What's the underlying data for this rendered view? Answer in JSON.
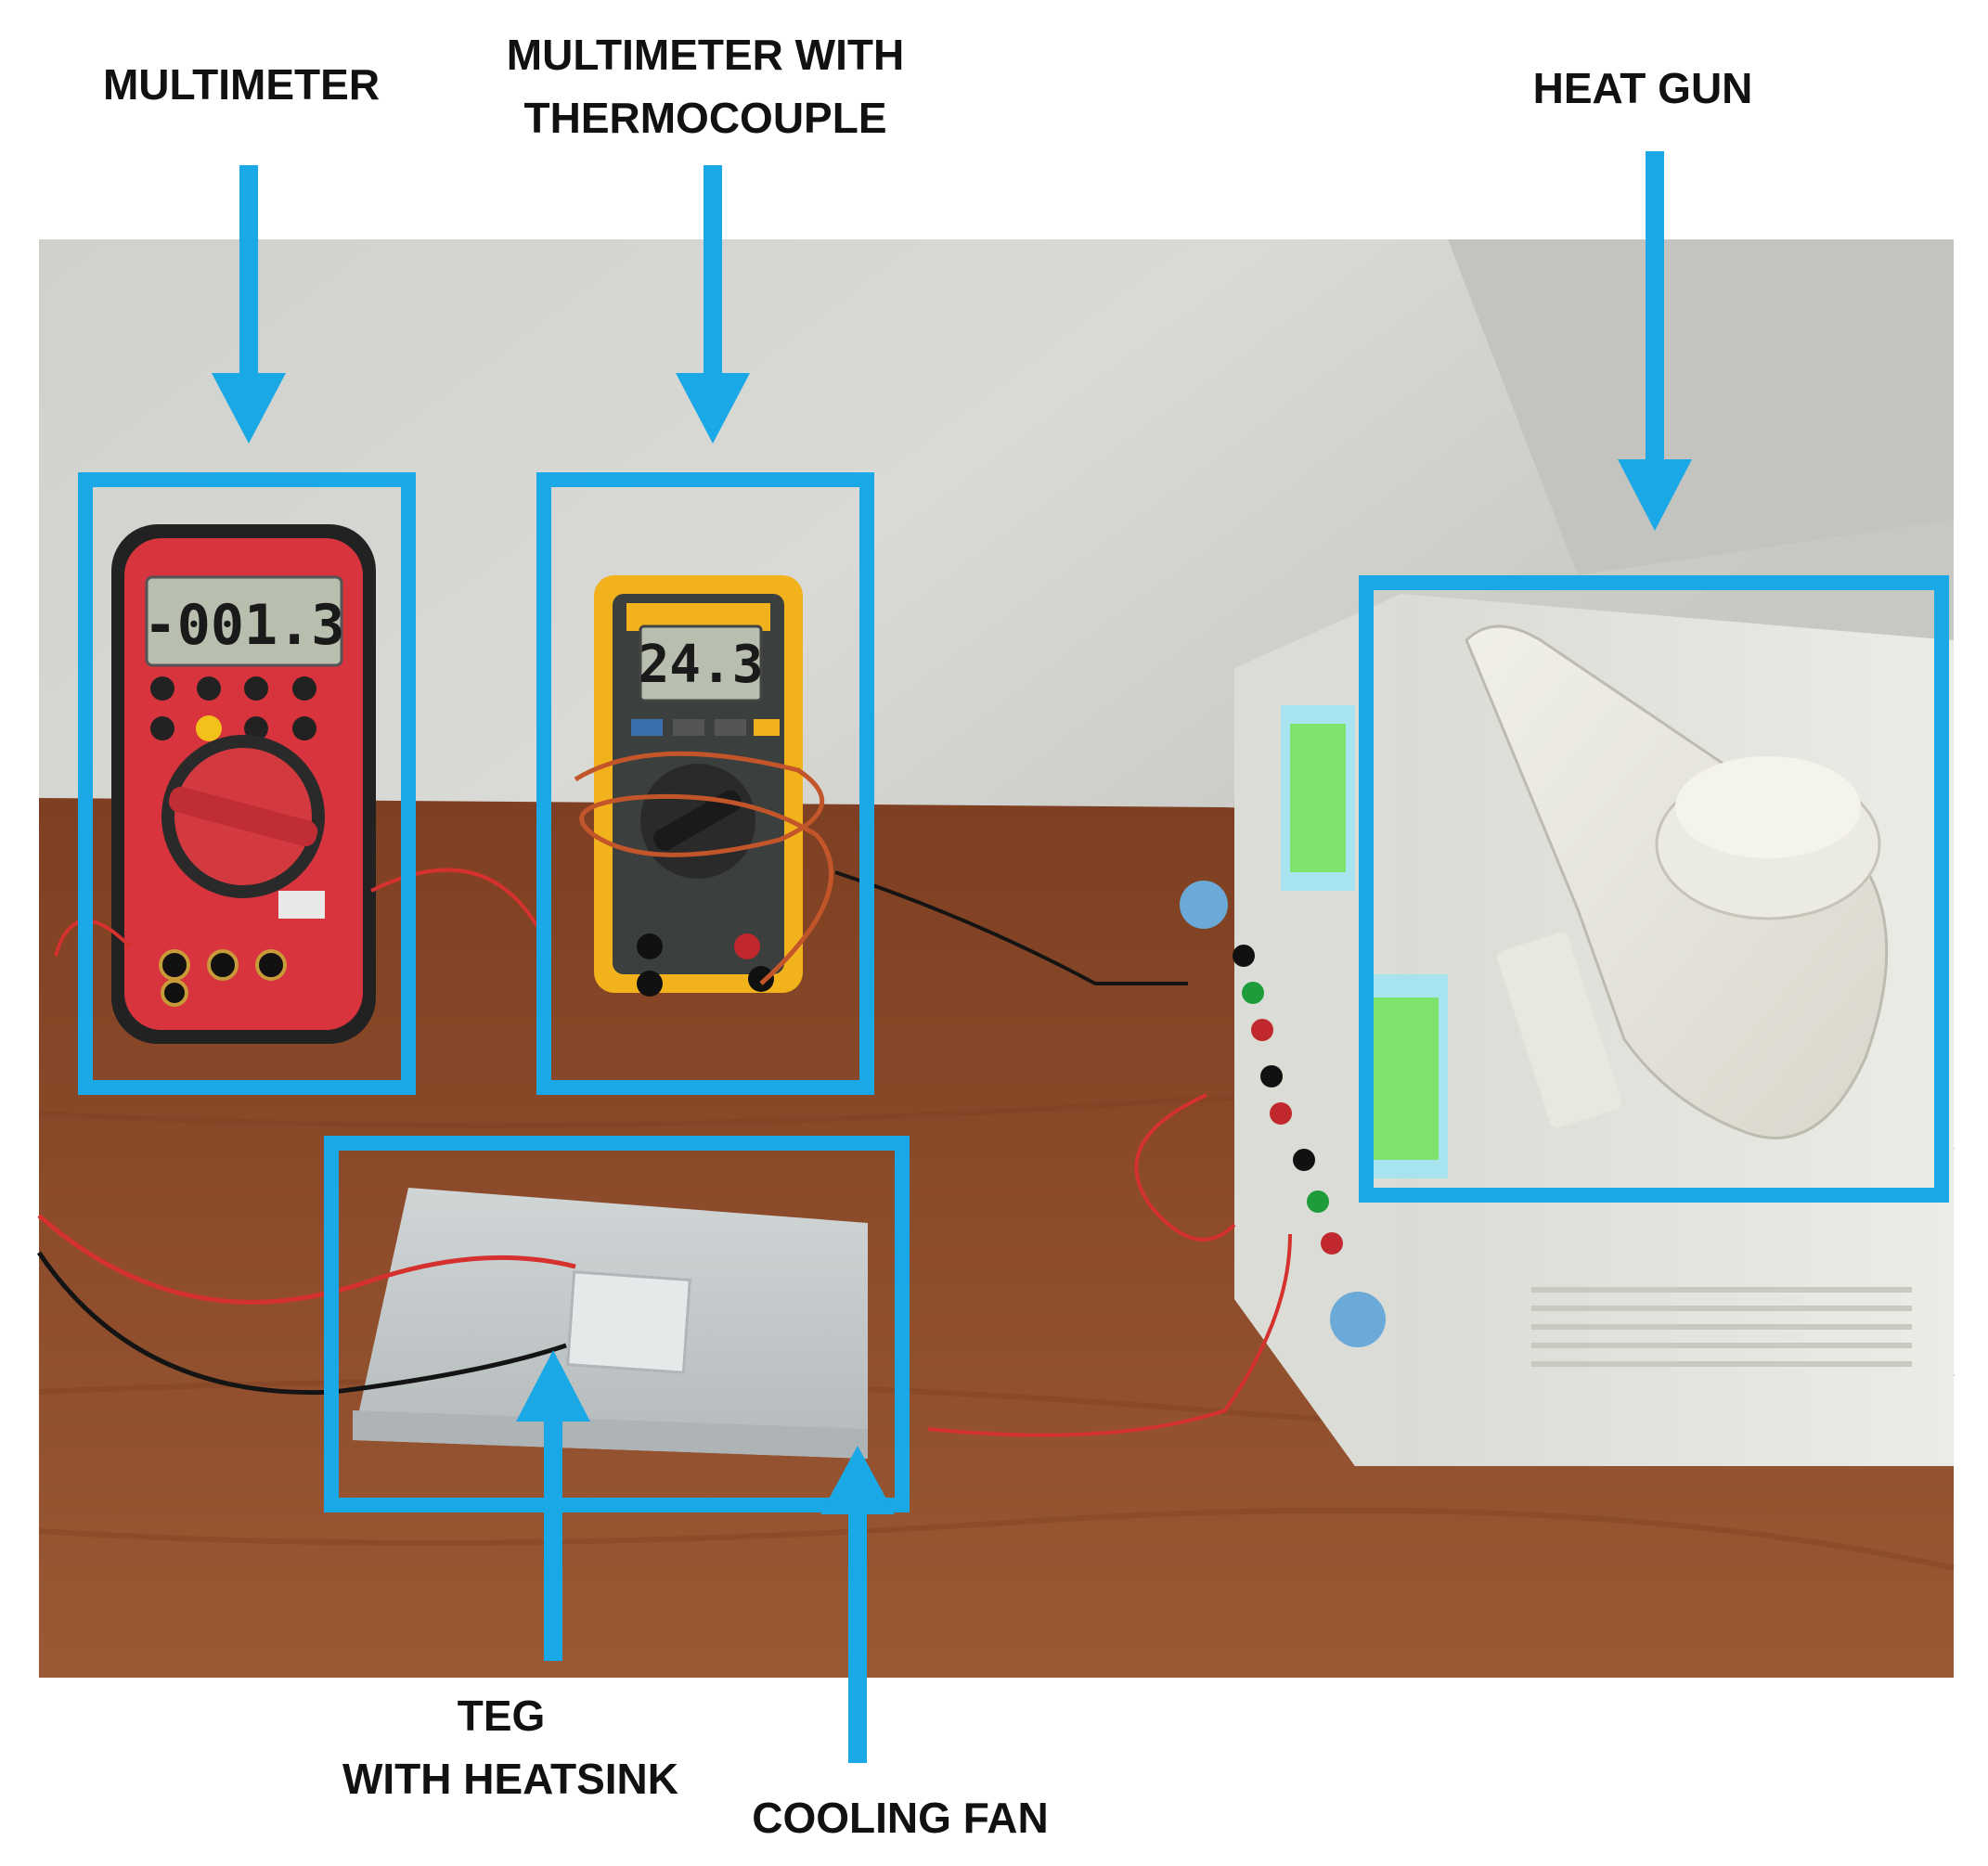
{
  "labels": {
    "multimeter": "MULTIMETER",
    "multimeter_thermocouple_line1": "MULTIMETER WITH",
    "multimeter_thermocouple_line2": "THERMOCOUPLE",
    "heat_gun": "HEAT GUN",
    "teg_line1": "TEG",
    "teg_line2": "WITH HEATSINK",
    "cooling_fan": "COOLING FAN"
  },
  "readings": {
    "red_multimeter_display": "-001.3",
    "yellow_multimeter_display": "24.3"
  },
  "colors": {
    "annotation_blue": "#1aa9e6",
    "wall": "#d4d5d1",
    "desk": "#8a4a2a",
    "red_multimeter": "#d8343d",
    "yellow_multimeter": "#f2b21c",
    "lcd_gray": "#b9bfae",
    "lcd_green": "#7ee36a",
    "power_supply": "#e4e4df",
    "heatsink": "#c6cbcc"
  }
}
